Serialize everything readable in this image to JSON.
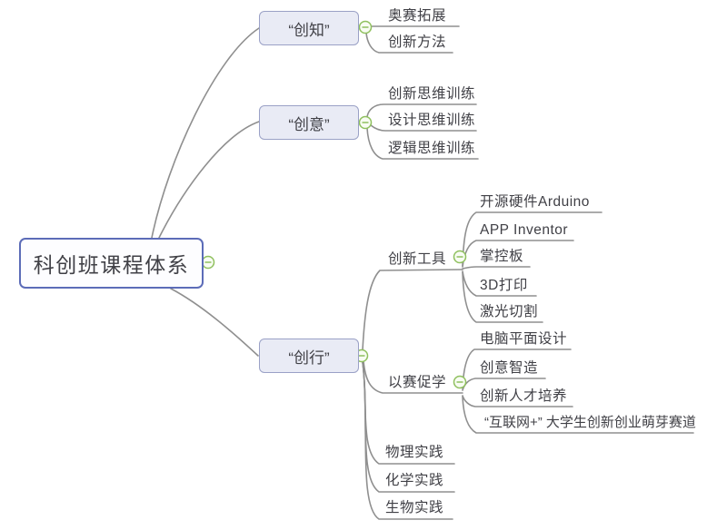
{
  "tree": {
    "root": {
      "label": "科创班课程体系"
    },
    "branches": [
      {
        "label": "“创知”",
        "children": [
          {
            "label": "奥赛拓展"
          },
          {
            "label": "创新方法"
          }
        ]
      },
      {
        "label": "“创意”",
        "children": [
          {
            "label": "创新思维训练"
          },
          {
            "label": "设计思维训练"
          },
          {
            "label": "逻辑思维训练"
          }
        ]
      },
      {
        "label": "“创行”",
        "children": [
          {
            "label": "创新工具",
            "children": [
              {
                "label": "开源硬件Arduino"
              },
              {
                "label": "APP Inventor"
              },
              {
                "label": "掌控板"
              },
              {
                "label": "3D打印"
              },
              {
                "label": "激光切割"
              }
            ]
          },
          {
            "label": "以赛促学",
            "children": [
              {
                "label": "电脑平面设计"
              },
              {
                "label": "创意智造"
              },
              {
                "label": "创新人才培养"
              },
              {
                "label": "“互联网+” 大学生创新创业萌芽赛道"
              }
            ]
          },
          {
            "label": "物理实践"
          },
          {
            "label": "化学实践"
          },
          {
            "label": "生物实践"
          }
        ]
      }
    ]
  },
  "icons": {
    "collapse_toggle": "minus-circle"
  },
  "colors": {
    "canvas_bg": "#ffffff",
    "root_border": "#5c6cb8",
    "branch_border": "#9aa1c6",
    "branch_fill": "#e9ebf5",
    "line": "#8f8f8f",
    "toggle_green": "#8fc05e",
    "toggle_fill": "#f8fcf3",
    "text_color": "#404046"
  }
}
